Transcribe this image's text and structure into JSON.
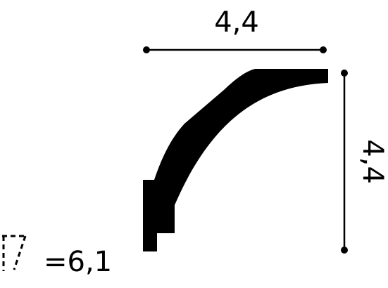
{
  "diagram": {
    "width_dimension": "4,4",
    "height_dimension": "4,4",
    "perimeter_value": "=6,1",
    "colors": {
      "profile": "#000000",
      "line": "#000000",
      "background": "#ffffff"
    }
  }
}
